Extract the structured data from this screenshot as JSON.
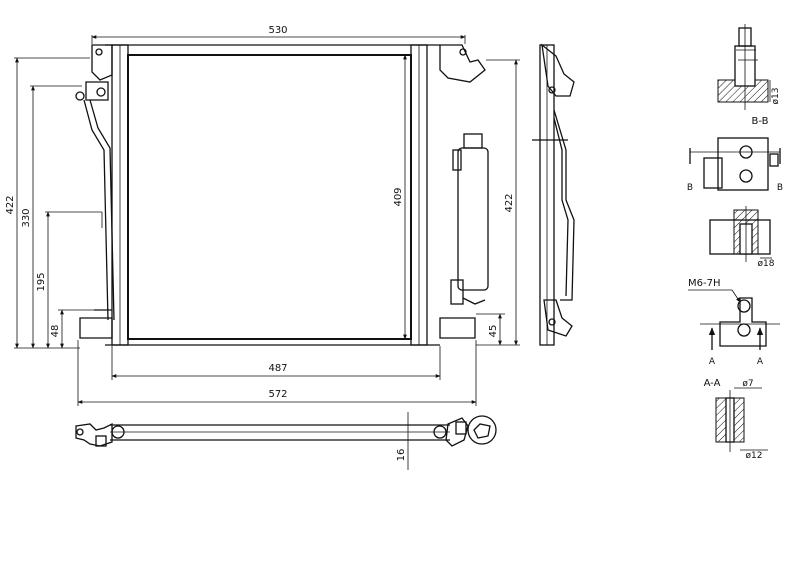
{
  "dimensions": {
    "top_width": "530",
    "height_left_overall": "422",
    "height_left_inner": "330",
    "height_left_mid": "195",
    "height_left_low": "48",
    "core_height": "409",
    "height_right_overall": "422",
    "height_right_low": "45",
    "core_width": "487",
    "overall_width": "572",
    "depth": "16"
  },
  "details": {
    "section_bb": "B-B",
    "marker_b": "B",
    "thread_label": "M6-7H",
    "marker_a": "A",
    "section_aa": "A-A"
  }
}
